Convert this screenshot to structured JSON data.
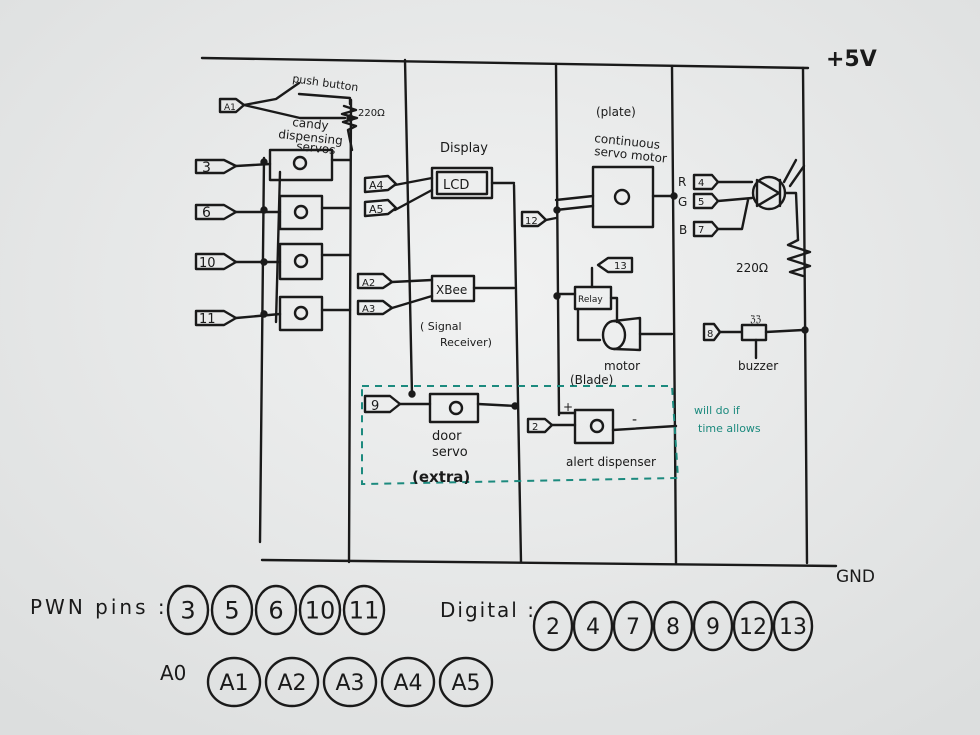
{
  "rails": {
    "top": "+5V",
    "bottom": "GND"
  },
  "candy": {
    "pushbutton": "push button",
    "resistor": "220Ω",
    "title_line1": "candy",
    "title_line2": "dispensing",
    "title_line3": "servos",
    "pin_button": "A1",
    "pins": [
      "3",
      "6",
      "10",
      "11"
    ]
  },
  "display": {
    "title": "Display",
    "lcd": "LCD",
    "lcd_pins": [
      "A4",
      "A5"
    ],
    "xbee": "XBee",
    "xbee_pins": [
      "A2",
      "A3"
    ],
    "note_line1": "( Signal",
    "note_line2": "Receiver)"
  },
  "door": {
    "pin": "9",
    "label_line1": "door",
    "label_line2": "servo",
    "extra": "(extra)"
  },
  "plate": {
    "label": "(plate)",
    "title_line1": "continuous",
    "title_line2": "servo motor",
    "pin": "12"
  },
  "relay": {
    "label": "Relay",
    "pin": "13",
    "motor": "motor",
    "blade": "(Blade)"
  },
  "alert": {
    "pin": "2",
    "plus": "+",
    "minus": "-",
    "label": "alert dispenser",
    "note_line1": "will do if",
    "note_line2": "time allows"
  },
  "led": {
    "channels": [
      {
        "letter": "R",
        "pin": "4"
      },
      {
        "letter": "G",
        "pin": "5"
      },
      {
        "letter": "B",
        "pin": "7"
      }
    ],
    "resistor": "220Ω"
  },
  "buzzer": {
    "pin": "8",
    "label": "buzzer",
    "mark": "ℨℨ"
  },
  "legend": {
    "pwm_label": "PWN pins :",
    "pwm": [
      "3",
      "5",
      "6",
      "10",
      "11"
    ],
    "digital_label": "Digital :",
    "digital": [
      "2",
      "4",
      "7",
      "8",
      "9",
      "12",
      "13"
    ],
    "analog_label": "A0",
    "analog": [
      "A1",
      "A2",
      "A3",
      "A4",
      "A5"
    ]
  },
  "colors": {
    "ink": "#1a1a1a",
    "teal": "#1c8a7e",
    "board": "#e9eaea"
  }
}
